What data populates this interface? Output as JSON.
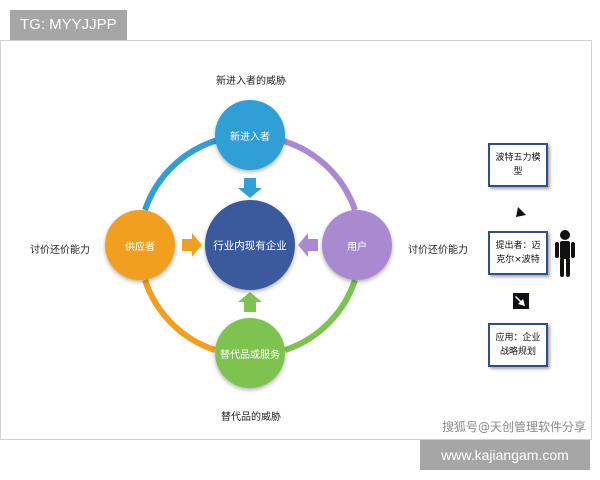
{
  "badges": {
    "tg": "TG: MYYJJPP",
    "site": "www.kajiangam.com"
  },
  "watermark": "搜狐号@天创管理软件分享",
  "diagram": {
    "center": "行业内现有企业",
    "top": "新进入者",
    "left": "供应者",
    "right": "用户",
    "bottom": "替代品或服务",
    "top_caption": "新进入者的威胁",
    "bottom_caption": "替代品的威胁",
    "left_caption": "讨价还价能力",
    "right_caption": "讨价还价能力"
  },
  "sidebar": {
    "box1": "波特五力模型",
    "box2": "提出者：迈克尔×波特",
    "box3": "应用：企业战略规划"
  },
  "colors": {
    "center": "#3b5a9e",
    "top": "#2f9fd5",
    "left": "#f0a01e",
    "right": "#a98ad0",
    "bottom": "#7ec24f",
    "box_border": "#2f4f86"
  }
}
